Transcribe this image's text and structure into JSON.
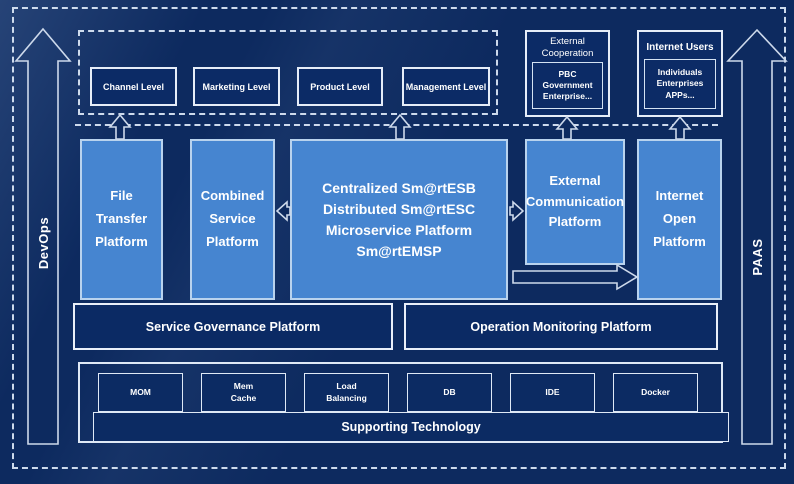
{
  "diagram": {
    "left_rail": {
      "label": "DevOps"
    },
    "right_rail": {
      "label": "PAAS"
    },
    "top_levels": {
      "items": [
        {
          "label": "Channel Level"
        },
        {
          "label": "Marketing Level"
        },
        {
          "label": "Product Level"
        },
        {
          "label": "Management Level"
        }
      ]
    },
    "external_cooperation": {
      "title": "External\nCooperation",
      "body": "PBC Government\nEnterprise..."
    },
    "internet_users": {
      "title": "Internet Users",
      "body": "Individuals\nEnterprises\nAPPs..."
    },
    "platforms": {
      "file_transfer": "File\nTransfer\nPlatform",
      "combined_service": "Combined\nService\nPlatform",
      "central": "Centralized Sm@rtESB\nDistributed Sm@rtESC\nMicroservice Platform Sm@rtEMSP",
      "external_communication": "External\nCommunication\nPlatform",
      "internet_open": "Internet\nOpen\nPlatform"
    },
    "governance": {
      "service": "Service Governance Platform",
      "operation": "Operation Monitoring Platform"
    },
    "supporting": {
      "items": [
        {
          "label": "MOM"
        },
        {
          "label": "Mem\nCache"
        },
        {
          "label": "Load\nBalancing"
        },
        {
          "label": "DB"
        },
        {
          "label": "IDE"
        },
        {
          "label": "Docker"
        }
      ],
      "bar_label": "Supporting Technology"
    },
    "colors": {
      "background": "#0d2a5f",
      "panel_navy": "#0c2b66",
      "light_blue": "#4685d0",
      "line_light": "#cdd9eb"
    }
  }
}
